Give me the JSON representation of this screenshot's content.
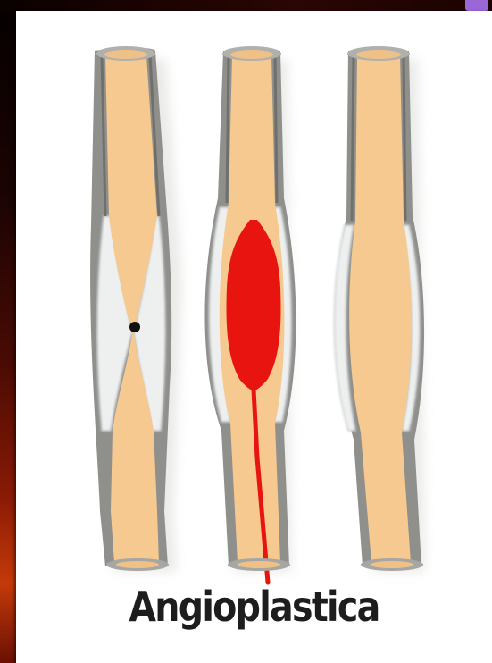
{
  "caption": "Angioplastica",
  "colors": {
    "vessel_wall": "#8a8a88",
    "vessel_lumen": "#f5c990",
    "plaque": "#e9ecec",
    "balloon": "#e8140f",
    "background_card": "#ffffff"
  },
  "panels": [
    {
      "stage": "narrowed-artery",
      "icon": "guidewire-tip-icon"
    },
    {
      "stage": "balloon-inflated",
      "icon": "balloon-catheter-icon"
    },
    {
      "stage": "artery-widened",
      "icon": "open-artery-icon"
    }
  ]
}
